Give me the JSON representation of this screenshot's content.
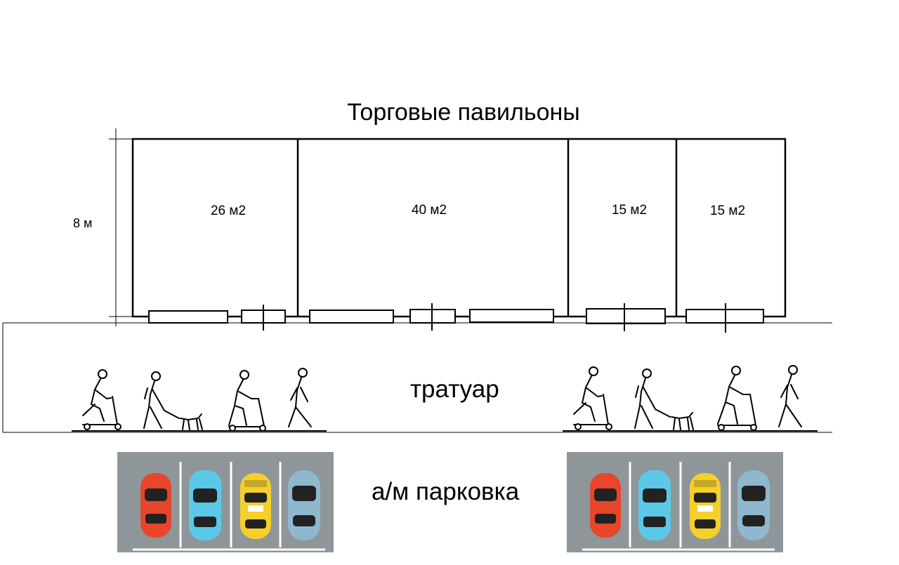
{
  "title": "Торговые павильоны",
  "dimension_label": "8 м",
  "pavilions": [
    {
      "area": "26 м2"
    },
    {
      "area": "40 м2"
    },
    {
      "area": "15 м2"
    },
    {
      "area": "15 м2"
    }
  ],
  "sidewalk_label": "тратуар",
  "parking_label": "а/м парковка",
  "colors": {
    "car_red": "#e8452a",
    "car_cyan": "#5bc8e8",
    "car_taxi": "#f5cf2a",
    "car_steel": "#8fb8cf",
    "asphalt": "#8f969a"
  },
  "icons": [
    "person-scooter-icon",
    "person-dog-icon",
    "person-walking-icon",
    "car-icon",
    "taxi-icon"
  ]
}
